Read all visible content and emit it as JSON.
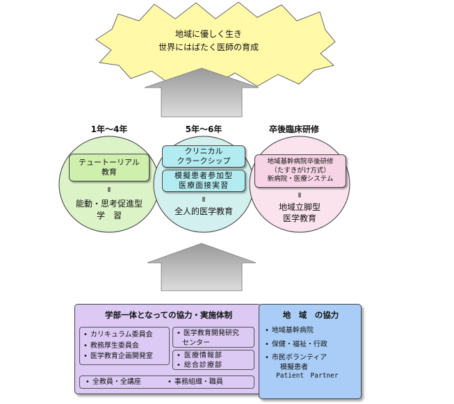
{
  "goal": {
    "line1": "地域に優しく生き",
    "line2": "世界にはばたく医師の育成"
  },
  "stages": {
    "year1": {
      "header": "1年～4年",
      "box": [
        "テュートーリアル",
        "教育"
      ],
      "equals": "Ⅱ",
      "result": [
        "能動・思考促進型",
        "学　習"
      ]
    },
    "year5": {
      "header": "5年～6年",
      "box_top": [
        "クリニカル",
        "クラークシップ"
      ],
      "box_bottom": [
        "模擬患者参加型",
        "医療面接実習"
      ],
      "equals": "Ⅱ",
      "result": [
        "全人的医学教育"
      ]
    },
    "post": {
      "header": "卒後臨床研修",
      "box": [
        "地域基幹病院卒後研修",
        "（たすきがけ方式）",
        "新病院・医療システム"
      ],
      "equals": "Ⅱ",
      "result": [
        "地域立脚型",
        "医学教育"
      ]
    }
  },
  "faculty": {
    "title": "学部一体となっての協力・実施体制",
    "left_list": [
      "カリキュラム委員会",
      "教務厚生委員会",
      "医学教育企画開発室"
    ],
    "right_top": [
      "医学教育開発研究",
      "センター"
    ],
    "right_bottom": [
      "医療情報部",
      "総合診療部"
    ],
    "bottom_left": "全教員・全講座",
    "bottom_right": "事務組織・職員"
  },
  "community": {
    "title": "地　域　の協力",
    "items": [
      "地域基幹病院",
      "保健・福祉・行政",
      "市民ボランティア"
    ],
    "sub1": "模擬患者",
    "sub2": "Patient　Partner"
  },
  "colors": {
    "burst": "#fff9a8",
    "arrow": "#b5b5b5",
    "circle_left": "#dcf3c8",
    "circle_mid": "#d2f0ee",
    "circle_right": "#fbe3ee",
    "box_green": "#cfefad",
    "box_cyan": "#b3ecf0",
    "box_pink": "#f6d3e5",
    "faculty": "#dcc9f4",
    "community": "#aacdf7"
  }
}
